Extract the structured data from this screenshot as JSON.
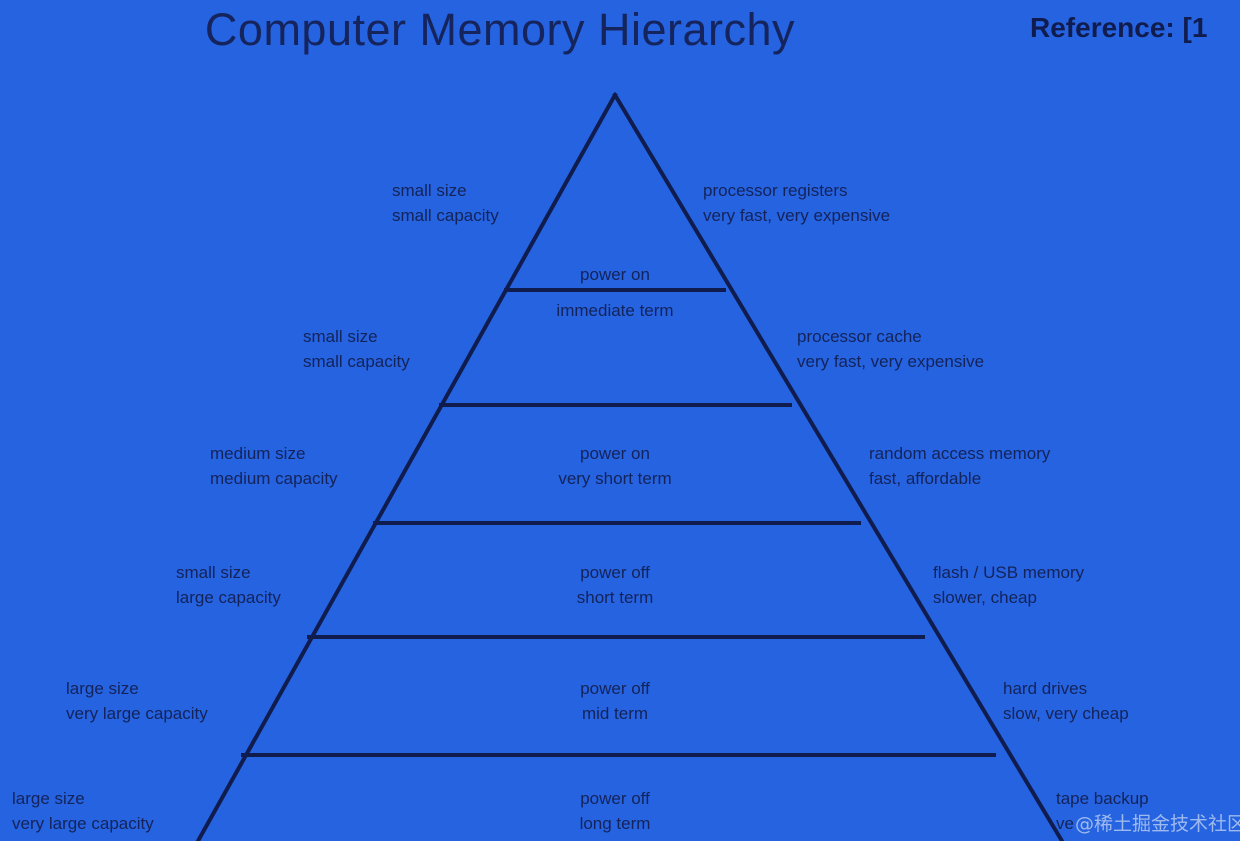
{
  "header": {
    "title": "Computer Memory Hierarchy",
    "reference": "Reference: [1"
  },
  "diagram": {
    "kind": "pyramid",
    "shape_name": "memory-hierarchy-pyramid",
    "line_color": "#101c4d",
    "background_color": "#2563e0",
    "text_color": "#14235a",
    "tier_count": 6
  },
  "tiers": [
    {
      "id": "registers",
      "left_line1": "small size",
      "left_line2": "small capacity",
      "center_line1": "power on",
      "center_line2": "immediate term",
      "right_line1": "processor registers",
      "right_line2": "very fast, very expensive"
    },
    {
      "id": "cache",
      "left_line1": "small size",
      "left_line2": "small capacity",
      "center_line1": "",
      "center_line2": "",
      "right_line1": "processor cache",
      "right_line2": "very fast, very expensive"
    },
    {
      "id": "ram",
      "left_line1": "medium size",
      "left_line2": "medium capacity",
      "center_line1": "power on",
      "center_line2": "very short term",
      "right_line1": "random access memory",
      "right_line2": "fast, affordable"
    },
    {
      "id": "flash",
      "left_line1": "small size",
      "left_line2": "large capacity",
      "center_line1": "power off",
      "center_line2": "short term",
      "right_line1": "flash / USB memory",
      "right_line2": "slower, cheap"
    },
    {
      "id": "hard-drives",
      "left_line1": "large size",
      "left_line2": "very large capacity",
      "center_line1": "power off",
      "center_line2": "mid term",
      "right_line1": "hard drives",
      "right_line2": "slow, very cheap"
    },
    {
      "id": "tape-backup",
      "left_line1": "large size",
      "left_line2": "very large capacity",
      "center_line1": "power off",
      "center_line2": "long term",
      "right_line1": "tape backup",
      "right_line2": "ve"
    }
  ],
  "watermark": {
    "text": "@稀土掘金技术社区"
  }
}
